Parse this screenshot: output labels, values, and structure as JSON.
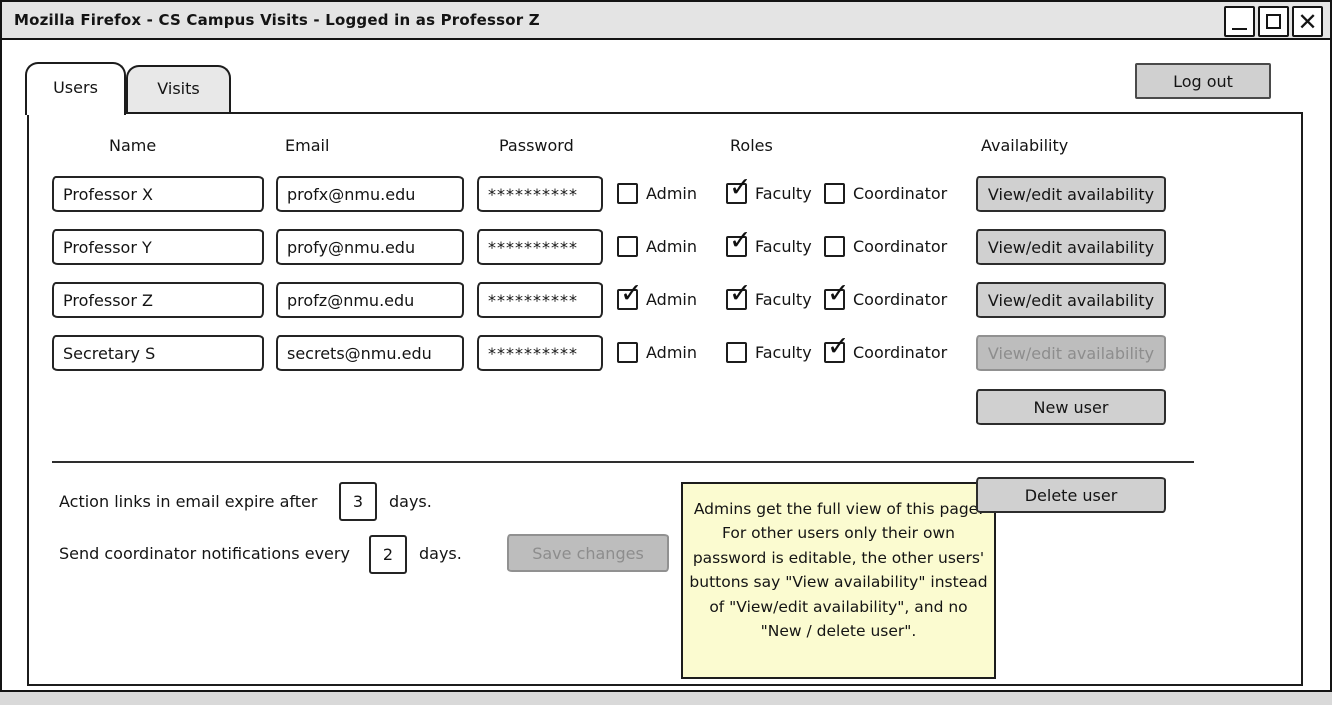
{
  "window": {
    "title": "Mozilla Firefox - CS Campus Visits - Logged in as Professor Z"
  },
  "tabs": [
    {
      "label": "Users",
      "active": true
    },
    {
      "label": "Visits",
      "active": false
    }
  ],
  "logout_label": "Log out",
  "table": {
    "headers": {
      "name": "Name",
      "email": "Email",
      "password": "Password",
      "roles": "Roles",
      "availability": "Availability"
    },
    "role_options": [
      "Admin",
      "Faculty",
      "Coordinator"
    ],
    "rows": [
      {
        "name": "Professor X",
        "email": "profx@nmu.edu",
        "password": "**********",
        "roles": {
          "admin": false,
          "faculty": true,
          "coordinator": false
        },
        "availability_label": "View/edit availability",
        "availability_enabled": true
      },
      {
        "name": "Professor Y",
        "email": "profy@nmu.edu",
        "password": "**********",
        "roles": {
          "admin": false,
          "faculty": true,
          "coordinator": false
        },
        "availability_label": "View/edit availability",
        "availability_enabled": true
      },
      {
        "name": "Professor Z",
        "email": "profz@nmu.edu",
        "password": "**********",
        "roles": {
          "admin": true,
          "faculty": true,
          "coordinator": true
        },
        "availability_label": "View/edit availability",
        "availability_enabled": true
      },
      {
        "name": "Secretary S",
        "email": "secrets@nmu.edu",
        "password": "**********",
        "roles": {
          "admin": false,
          "faculty": false,
          "coordinator": true
        },
        "availability_label": "View/edit availability",
        "availability_enabled": false
      }
    ]
  },
  "actions": {
    "new_user": "New user",
    "delete_user": "Delete user"
  },
  "settings": {
    "expire_prefix": "Action links in email expire after",
    "expire_value": "3",
    "expire_suffix": "days.",
    "notify_prefix": "Send coordinator notifications every",
    "notify_value": "2",
    "notify_suffix": "days.",
    "save_label": "Save changes",
    "save_enabled": false
  },
  "note": {
    "text": "Admins get the full view of this page. For other users only their own password is editable, the other users' buttons say \"View availability\" instead of \"View/edit availability\", and no \"New / delete user\"."
  },
  "colors": {
    "titlebar": "#e4e4e4",
    "button": "#d0d0d0",
    "disabled_button": "#bdbdbd",
    "disabled_text": "#8d8d8d",
    "note_bg": "#fbfbd0",
    "border": "#141414"
  }
}
